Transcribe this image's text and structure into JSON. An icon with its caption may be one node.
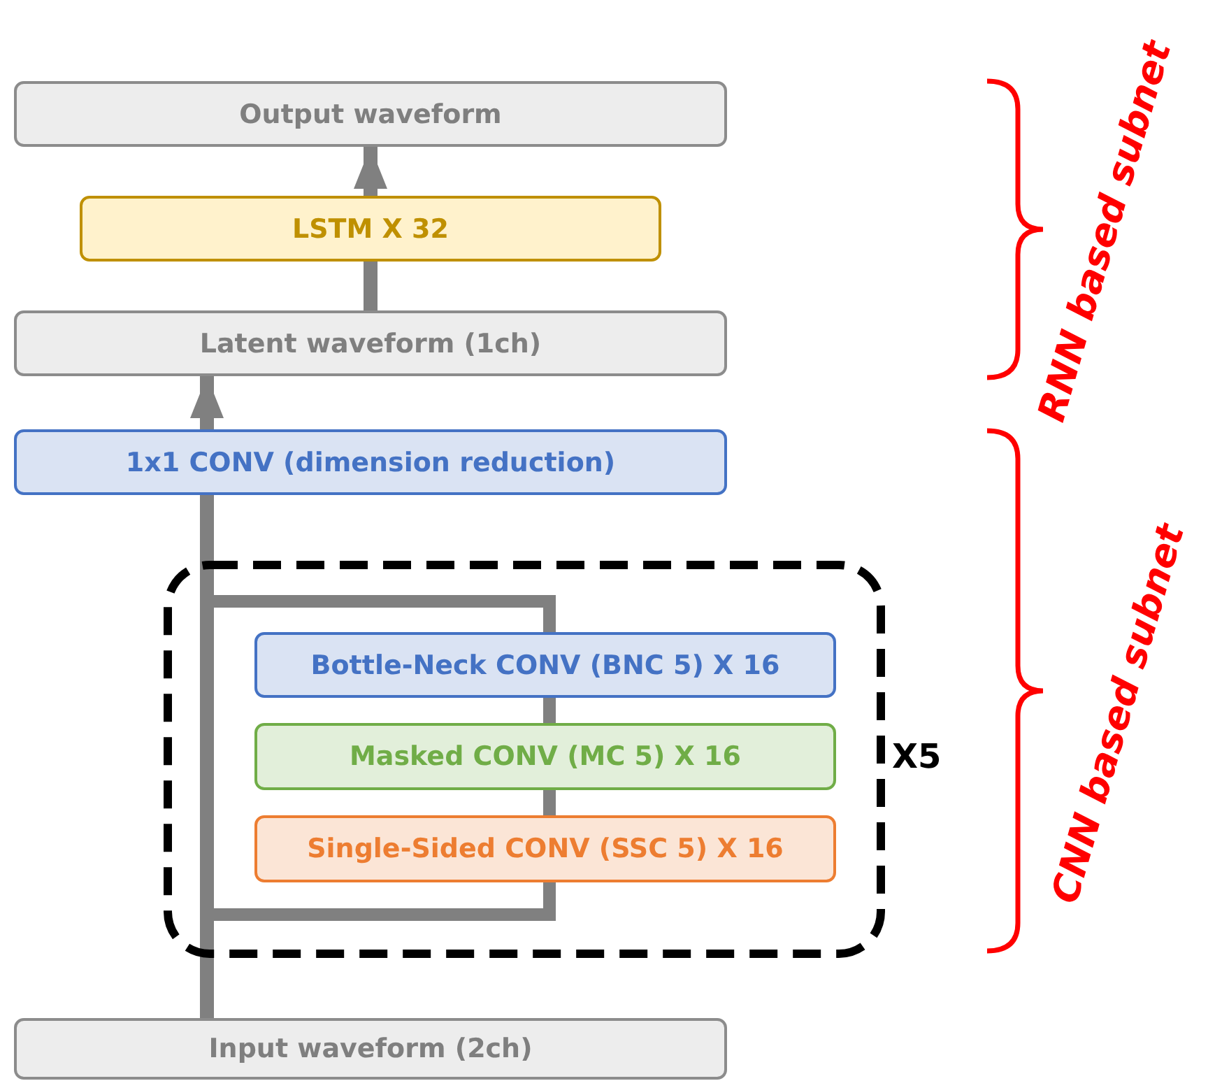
{
  "diagram": {
    "nodes": [
      {
        "text": [
          "Output waveform"
        ]
      },
      {
        "text": [
          "LSTM X 32"
        ]
      },
      {
        "text": [
          "Latent waveform (1ch)"
        ]
      },
      {
        "text": [
          "1x1 CONV (dimension reduction)"
        ]
      },
      {
        "text": [],
        "shape": "box",
        "beside": [
          "X5"
        ]
      },
      {
        "text": [
          "Bottle-Neck CONV (BNC 5) X 16"
        ],
        "in": 4
      },
      {
        "text": [
          "Masked CONV (MC 5) X 16"
        ],
        "in": 4
      },
      {
        "text": [
          "Single-Sided CONV (SSC 5) X 16"
        ],
        "in": 4
      },
      {
        "text": [
          "Input waveform (2ch)"
        ]
      }
    ],
    "edges": [
      {
        "from": 2,
        "to": 1,
        "arrow": "none"
      },
      {
        "from": 1,
        "to": 0,
        "arrow": "to"
      },
      {
        "from": 8,
        "to": 3,
        "arrow": "none"
      },
      {
        "from": 3,
        "to": 2,
        "arrow": "to"
      }
    ],
    "labels": [
      "RNN based subnet",
      "CNN based subnet"
    ]
  }
}
